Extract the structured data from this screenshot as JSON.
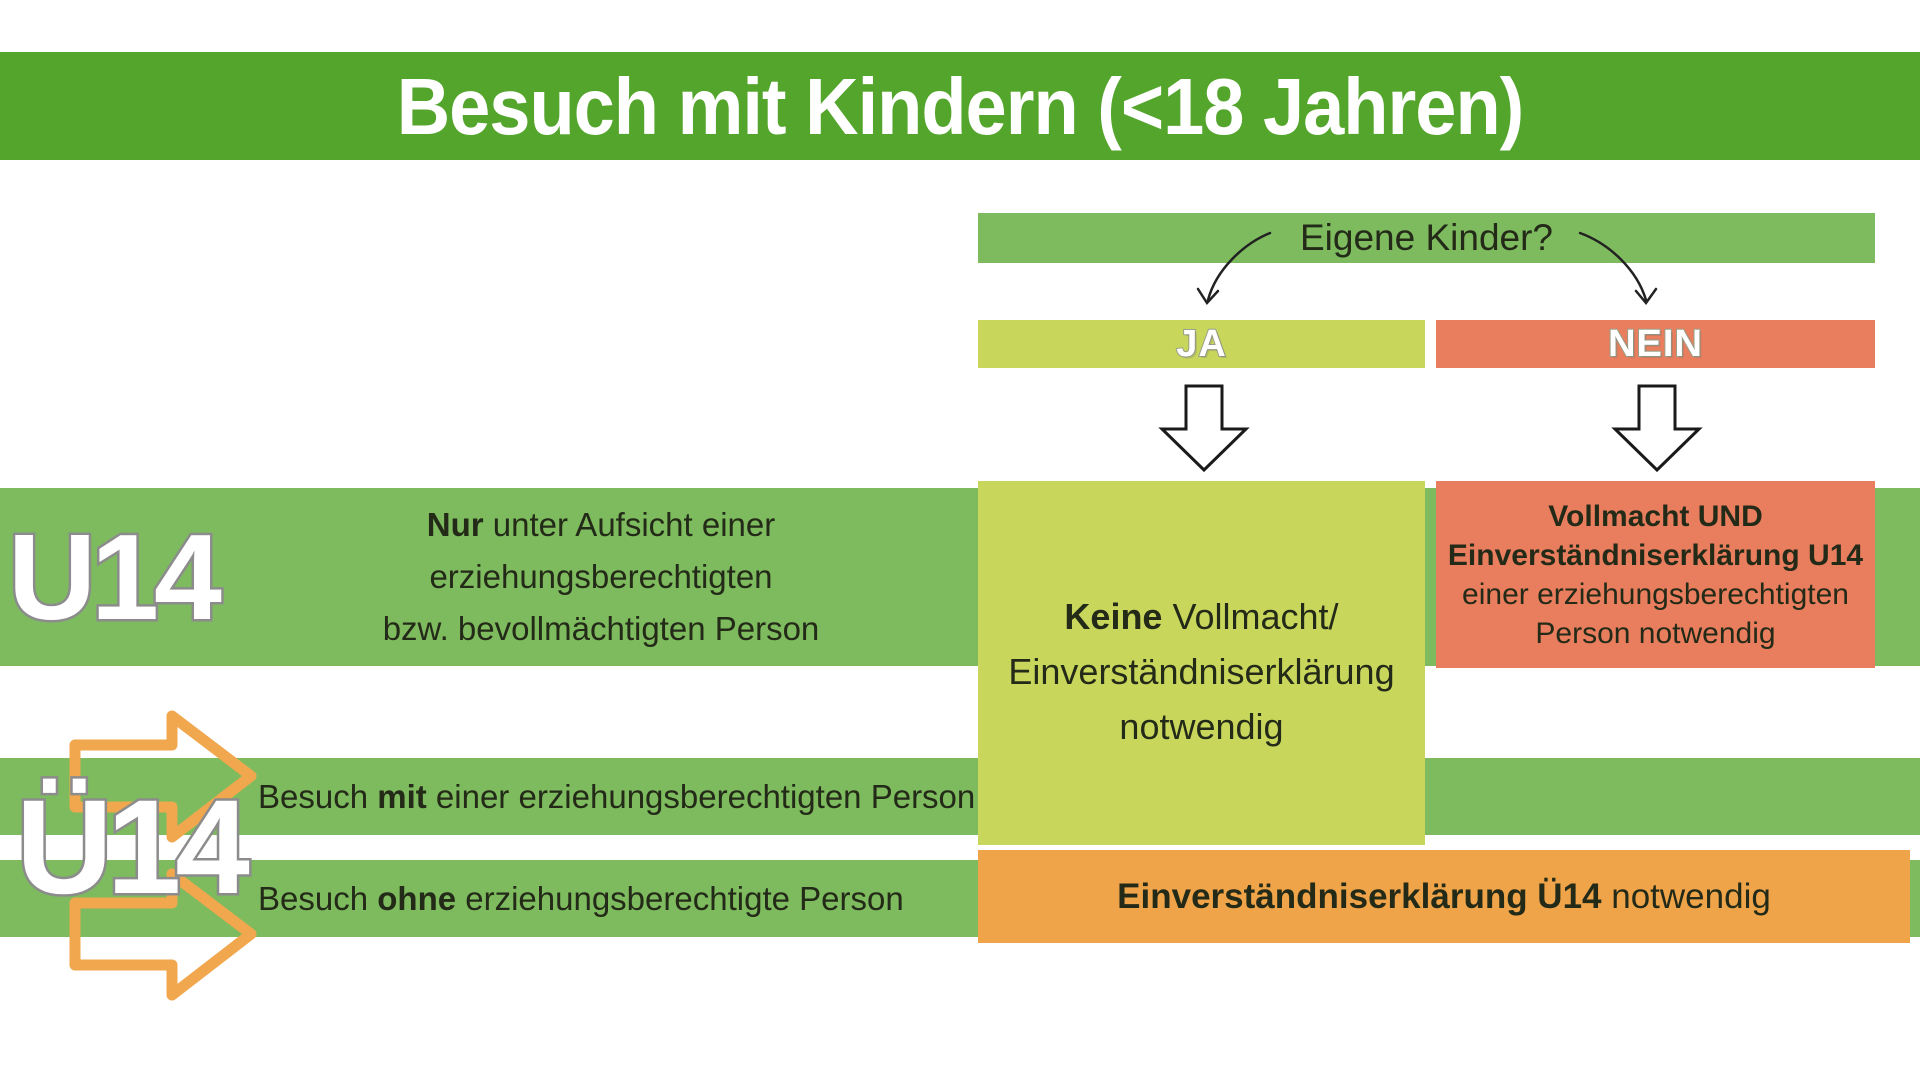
{
  "colors": {
    "banner_green": "#54a52c",
    "band_green": "#7dbb5e",
    "yes_yellow": "#c9d65c",
    "no_red": "#e87e5d",
    "orange": "#f0a449",
    "arrow_orange": "#f1a74e",
    "dark_text": "#242a18",
    "outline_gray": "#8c8c8c"
  },
  "title": "Besuch mit Kindern (<18 Jahren)",
  "flow": {
    "question": "Eigene Kinder?",
    "yes_label": "JA",
    "no_label": "NEIN"
  },
  "u14": {
    "label": "U14",
    "rule_bold": "Nur",
    "rule_rest": " unter Aufsicht einer erziehungsberechtigten",
    "rule_line2": "bzw.  bevollmächtigten Person",
    "yes_box": {
      "line1_bold": "Keine",
      "line1_rest": " Vollmacht/",
      "line2": "Einverständniserklärung",
      "line3": "notwendig"
    },
    "no_box": {
      "line1": "Vollmacht UND",
      "line2": "Einverständniserklärung U14",
      "line3": "einer erziehungsberechtigten",
      "line4": "Person notwendig"
    }
  },
  "ue14": {
    "label": "Ü14",
    "with_pre": "Besuch ",
    "with_bold": "mit",
    "with_rest": " einer erziehungsberechtigten Person",
    "without_pre": "Besuch ",
    "without_bold": "ohne",
    "without_rest": " erziehungsberechtigte Person",
    "consent_bold": "Einverständniserklärung Ü14",
    "consent_rest": " notwendig"
  }
}
